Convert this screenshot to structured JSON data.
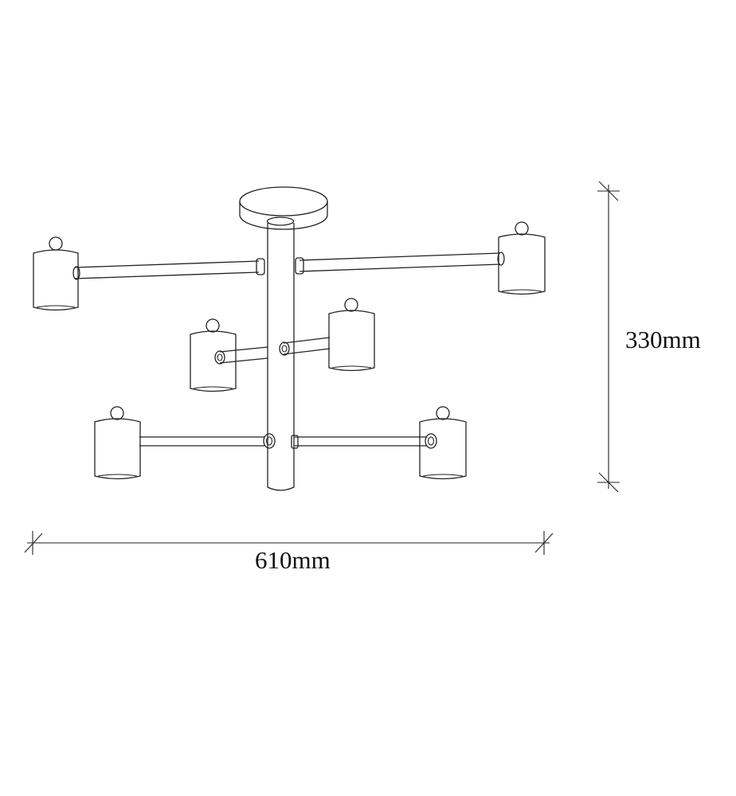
{
  "dimensions": {
    "width_label": "610mm",
    "height_label": "330mm"
  },
  "fixture": {
    "shade_count": 6
  }
}
